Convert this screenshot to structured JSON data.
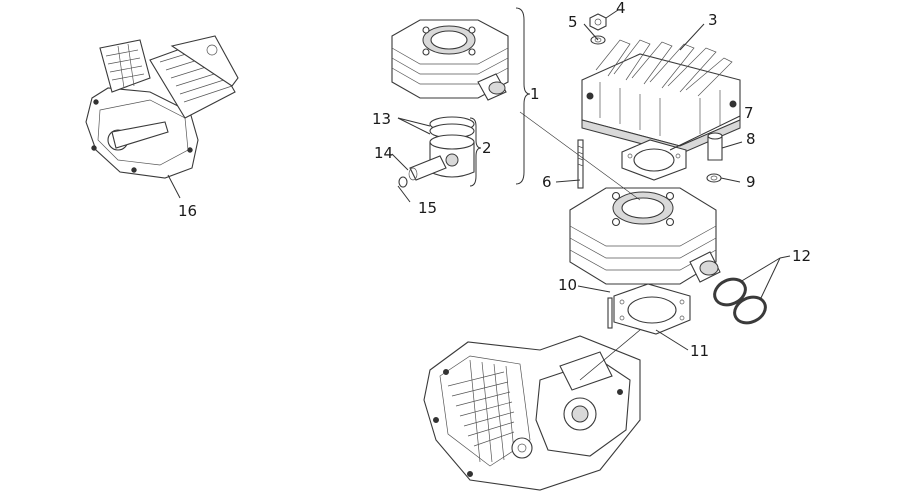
{
  "callouts": [
    {
      "id": "c1",
      "label": "1"
    },
    {
      "id": "c2",
      "label": "2"
    },
    {
      "id": "c3",
      "label": "3"
    },
    {
      "id": "c4",
      "label": "4"
    },
    {
      "id": "c5",
      "label": "5"
    },
    {
      "id": "c6",
      "label": "6"
    },
    {
      "id": "c7",
      "label": "7"
    },
    {
      "id": "c8",
      "label": "8"
    },
    {
      "id": "c9",
      "label": "9"
    },
    {
      "id": "c10",
      "label": "10"
    },
    {
      "id": "c11",
      "label": "11"
    },
    {
      "id": "c12",
      "label": "12"
    },
    {
      "id": "c13",
      "label": "13"
    },
    {
      "id": "c14",
      "label": "14"
    },
    {
      "id": "c15",
      "label": "15"
    },
    {
      "id": "c16",
      "label": "16"
    }
  ],
  "colors": {
    "line": "#333333",
    "shade": "#d9d9d9",
    "background": "#ffffff"
  }
}
